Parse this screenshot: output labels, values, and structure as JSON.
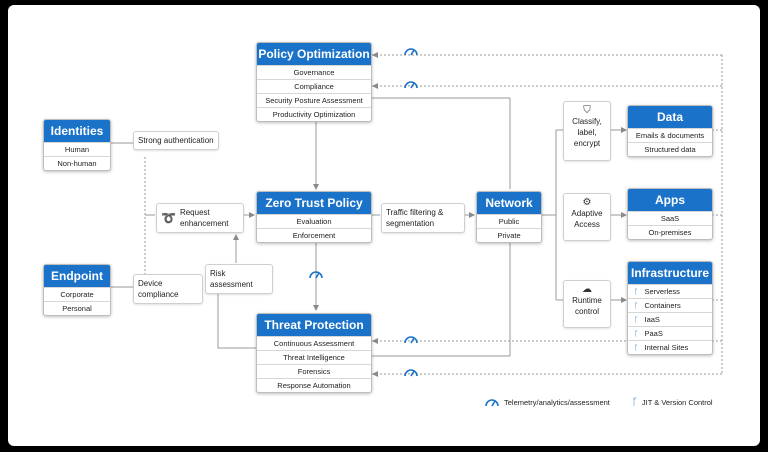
{
  "nodes": {
    "policy": {
      "title": "Policy Optimization",
      "rows": [
        "Governance",
        "Compliance",
        "Security Posture Assessment",
        "Productivity Optimization"
      ]
    },
    "identities": {
      "title": "Identities",
      "rows": [
        "Human",
        "Non-human"
      ]
    },
    "endpoint": {
      "title": "Endpoint",
      "rows": [
        "Corporate",
        "Personal"
      ]
    },
    "ztp": {
      "title": "Zero Trust Policy",
      "rows": [
        "Evaluation",
        "Enforcement"
      ]
    },
    "threat": {
      "title": "Threat Protection",
      "rows": [
        "Continuous Assessment",
        "Threat Intelligence",
        "Forensics",
        "Response Automation"
      ]
    },
    "network": {
      "title": "Network",
      "rows": [
        "Public",
        "Private"
      ]
    },
    "data": {
      "title": "Data",
      "rows": [
        "Emails & documents",
        "Structured data"
      ]
    },
    "apps": {
      "title": "Apps",
      "rows": [
        "SaaS",
        "On-premises"
      ]
    },
    "infra": {
      "title": "Infrastructure",
      "rows": [
        "Serverless",
        "Containers",
        "IaaS",
        "PaaS",
        "Internal Sites"
      ]
    }
  },
  "labels": {
    "strong_auth": "Strong authentication",
    "request": "Request enhancement",
    "device": "Device compliance",
    "risk": "Risk assessment",
    "traffic": "Traffic filtering & segmentation",
    "classify": "Classify, label, encrypt",
    "adaptive": "Adaptive Access",
    "runtime": "Runtime control"
  },
  "legend": {
    "telemetry": "Telemetry/analytics/assessment",
    "jit": "JIT & Version Control"
  },
  "icons": {
    "telemetry": "gauge-icon",
    "jit": "branch-icon",
    "classify": "shield-icon",
    "adaptive": "gear-icon",
    "runtime": "cloud-icon",
    "request": "fingerprint-icon"
  },
  "colors": {
    "header": "#1a73c8",
    "arrow": "#7f7f7f",
    "telemetry": "#1a73c8"
  }
}
